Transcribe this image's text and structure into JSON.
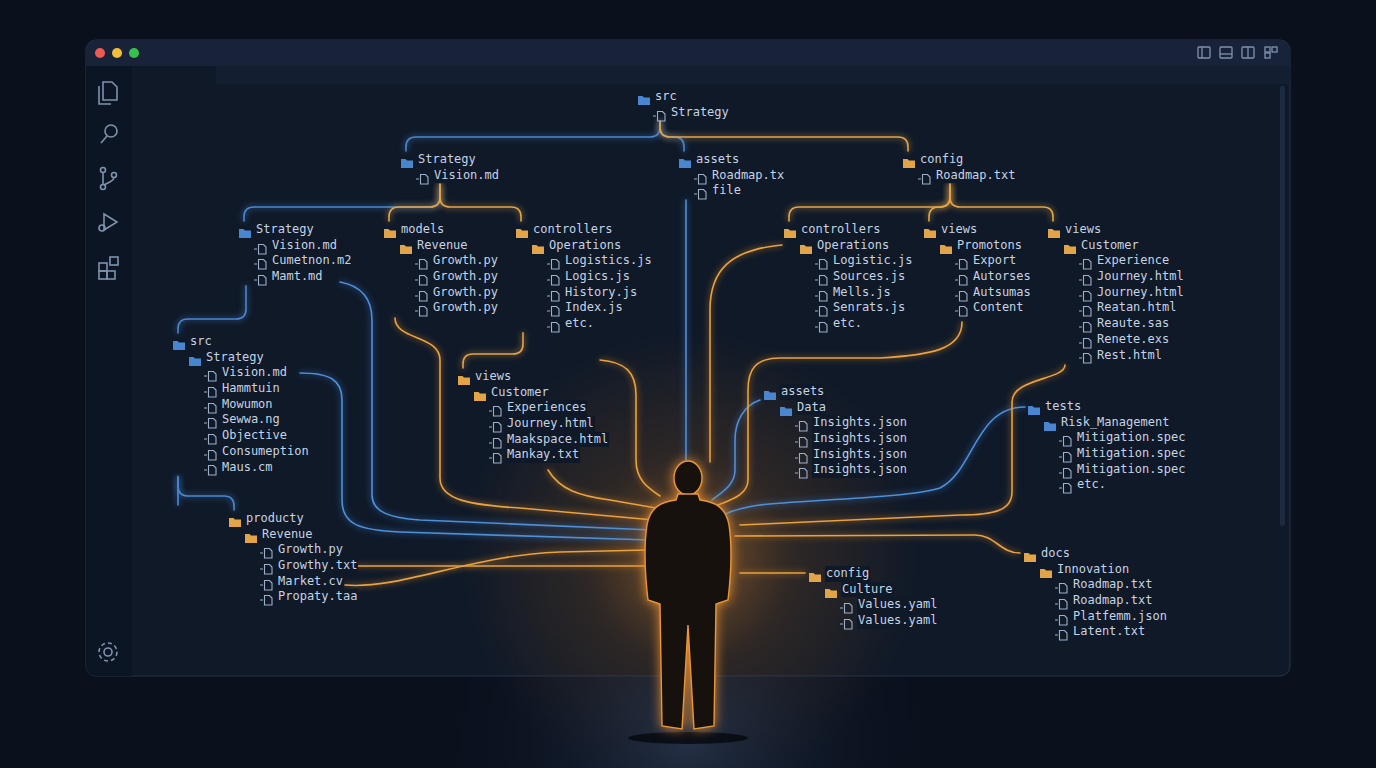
{
  "diagram": {
    "nodes": [
      {
        "text": [
          "src",
          "Strategy"
        ]
      },
      {
        "text": [
          "Strategy",
          "Vision.md"
        ]
      },
      {
        "text": [
          "assets",
          "Roadmap.tx",
          "file"
        ]
      },
      {
        "text": [
          "config",
          "Roadmap.txt"
        ]
      },
      {
        "text": [
          "Strategy",
          "Vision.md",
          "Cumetnon.m2",
          "Mamt.md"
        ]
      },
      {
        "text": [
          "models",
          "Revenue",
          "Growth.py",
          "Growth.py",
          "Growth.py",
          "Growth.py"
        ]
      },
      {
        "text": [
          "controllers",
          "Operations",
          "Logistics.js",
          "Logics.js",
          "History.js",
          "Index.js",
          "etc."
        ]
      },
      {
        "text": [
          "controllers",
          "Operations",
          "Logistic.js",
          "Sources.js",
          "Mells.js",
          "Senrats.js",
          "etc."
        ]
      },
      {
        "text": [
          "views",
          "Promotons",
          "Export",
          "Autorses",
          "Autsumas",
          "Content"
        ]
      },
      {
        "text": [
          "views",
          "Customer",
          "Experience",
          "Journey.html",
          "Journey.html",
          "Reatan.html",
          "Reaute.sas",
          "Renete.exs",
          "Rest.html"
        ]
      },
      {
        "text": [
          "src",
          "Strategy",
          "Vision.md",
          "Hammtuin",
          "Mowumon",
          "Sewwa.ng",
          "Objective",
          "Consumeption",
          "Maus.cm"
        ]
      },
      {
        "text": [
          "views",
          "Customer",
          "Experiences",
          "Journey.html",
          "Maakspace.html",
          "Mankay.txt"
        ]
      },
      {
        "text": [
          "assets",
          "Data",
          "Insights.json",
          "Insights.json",
          "Insights.json",
          "Insights.json"
        ]
      },
      {
        "text": [
          "tests",
          "Risk_Management",
          "Mitigation.spec",
          "Mitigation.spec",
          "Mitigation.spec",
          "etc."
        ]
      },
      {
        "text": [
          "producty",
          "Revenue",
          "Growth.py",
          "Growthy.txt",
          "Market.cv",
          "Propaty.taa"
        ]
      },
      {
        "text": [
          "config",
          "Culture",
          "Values.yaml",
          "Values.yaml"
        ]
      },
      {
        "text": [
          "docs",
          "Innovation",
          "Roadmap.txt",
          "Roadmap.txt",
          "Platfemm.json",
          "Latent.txt"
        ]
      }
    ],
    "edges": [
      {
        "from": 0,
        "to": 1,
        "arrow": "none"
      },
      {
        "from": 0,
        "to": 2,
        "arrow": "none"
      },
      {
        "from": 0,
        "to": 3,
        "arrow": "none"
      },
      {
        "from": 1,
        "to": 4,
        "arrow": "none"
      },
      {
        "from": 1,
        "to": 5,
        "arrow": "none"
      },
      {
        "from": 1,
        "to": 6,
        "arrow": "none"
      },
      {
        "from": 3,
        "to": 7,
        "arrow": "none"
      },
      {
        "from": 3,
        "to": 8,
        "arrow": "none"
      },
      {
        "from": 3,
        "to": 9,
        "arrow": "none"
      },
      {
        "from": 4,
        "to": 10,
        "arrow": "none"
      },
      {
        "from": 6,
        "to": 11,
        "arrow": "none"
      },
      {
        "from": 10,
        "to": 14,
        "arrow": "none"
      }
    ]
  }
}
